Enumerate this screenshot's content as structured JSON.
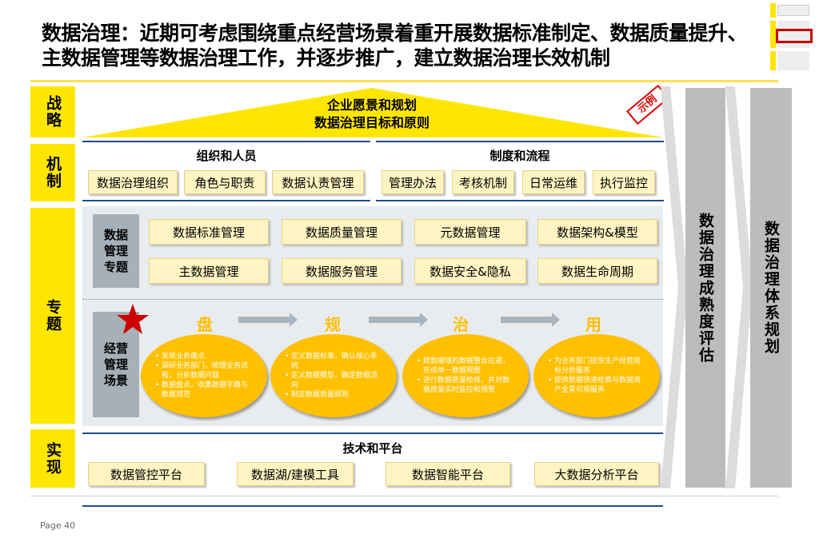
{
  "title": "数据治理：近期可考虑围绕重点经营场景着重开展数据标准制定、数据质量提升、主数据管理等数据治理工作，并逐步推广，建立数据治理长效机制",
  "labels": {
    "strategy": "战略",
    "mechanism": "机制",
    "topic": "专题",
    "implement": "实现"
  },
  "strategy": {
    "line1": "企业愿景和规划",
    "line2": "数据治理目标和原则",
    "stamp": "示例"
  },
  "mechanism": {
    "org_header": "组织和人员",
    "org_items": [
      "数据治理组织",
      "角色与职责",
      "数据认责管理"
    ],
    "proc_header": "制度和流程",
    "proc_items": [
      "管理办法",
      "考核机制",
      "日常运维",
      "执行监控"
    ]
  },
  "data_mgmt": {
    "label": "数据管理专题",
    "items": [
      "数据标准管理",
      "数据质量管理",
      "元数据管理",
      "数据架构&模型",
      "主数据管理",
      "数据服务管理",
      "数据安全&隐私",
      "数据生命周期"
    ]
  },
  "scenario": {
    "label": "经营管理场景",
    "steps": [
      {
        "name": "盘",
        "bullets": [
          "发现业务痛点",
          "调研业务部门，梳理业务流程，分析数据问题",
          "数据盘点，收集数据字典与数据规范"
        ]
      },
      {
        "name": "规",
        "bullets": [
          "定义数据标准，确认核心系统",
          "定义数据模型，确定数据流向",
          "制定数据质量规则"
        ]
      },
      {
        "name": "治",
        "bullets": [
          "跨数据域的数据整合拉通，形成单一数据视图",
          "进行数据质量检核，并对数据质量实时监控和预警"
        ]
      },
      {
        "name": "用",
        "bullets": [
          "为业务部门提供生产经营指标分析服务",
          "提供数据快速检索与数据资产全景可视服务"
        ]
      }
    ]
  },
  "implement": {
    "header": "技术和平台",
    "items": [
      "数据管控平台",
      "数据湖/建模工具",
      "数据智能平台",
      "大数据分析平台"
    ]
  },
  "side": {
    "maturity": "数据治理成熟度评估",
    "system": "数据治理体系规划"
  },
  "footer": {
    "page": "Page 40"
  },
  "colors": {
    "yellow": "#ffe600",
    "ellipse": "#ffc000",
    "blue": "#1f4e8c",
    "star": "#cc0000"
  }
}
